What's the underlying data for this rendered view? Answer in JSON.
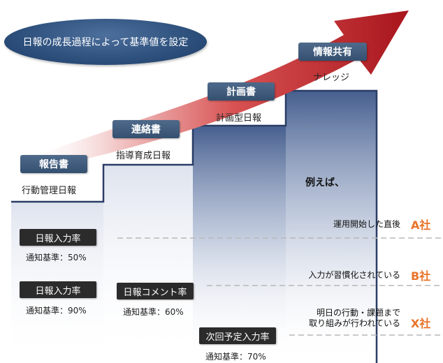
{
  "title": "日報の成長過程によって基準値を設定",
  "stages": [
    {
      "label": "報告書",
      "sub": "行動管理日報"
    },
    {
      "label": "連絡書",
      "sub": "指導育成日報"
    },
    {
      "label": "計画書",
      "sub": "計画型日報"
    },
    {
      "label": "情報共有",
      "sub": "ナレッジ"
    }
  ],
  "metrics": [
    {
      "label": "日報入力率",
      "value": "通知基準：50%"
    },
    {
      "label": "日報入力率",
      "value": "通知基準：90%"
    },
    {
      "label": "日報コメント率",
      "value": "通知基準：60%"
    },
    {
      "label": "次回予定入力率",
      "value": "通知基準：70%"
    }
  ],
  "example_title": "例えば、",
  "companies": [
    {
      "desc": "運用開始した直後",
      "name": "A社"
    },
    {
      "desc": "入力が習慣化されている",
      "name": "B社"
    },
    {
      "desc_line1": "明日の行動・課題まで",
      "desc_line2": "取り組みが行われている",
      "name": "X社"
    }
  ],
  "colors": {
    "arrow": "#c0282e",
    "stage_label": "#3f5a7a",
    "company": "#e8742a",
    "steps_fill": "#3f5a8a"
  }
}
